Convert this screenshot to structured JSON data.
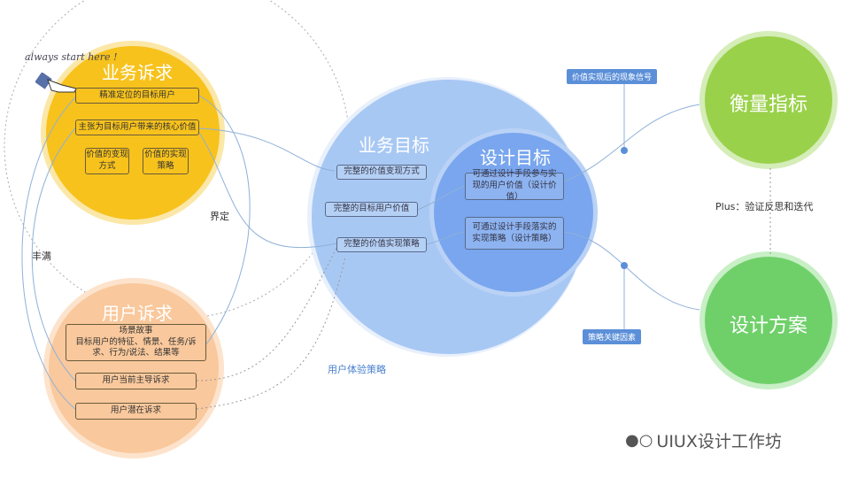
{
  "business_appeal": {
    "title": "业务诉求",
    "hint": "always start here !",
    "box1": "精准定位的目标用户",
    "box2": "主张为目标用户带来的核心价值",
    "box3": "价值的变现方式",
    "box4": "价值的实现策略"
  },
  "user_appeal": {
    "title": "用户诉求",
    "box1_title": "场景故事",
    "box1_body": "目标用户的特征、情景、任务/诉求、行为/说法、结果等",
    "box2": "用户当前主导诉求",
    "box3": "用户潜在诉求"
  },
  "business_goal": {
    "title": "业务目标",
    "box1": "完整的价值变现方式",
    "box2": "完整的目标用户价值",
    "box3": "完整的价值实现策略"
  },
  "design_goal": {
    "title": "设计目标",
    "box1": "可通过设计手段参与实现的用户价值（设计价值）",
    "box2": "可通过设计手段落实的实现策略（设计策略）"
  },
  "metrics": {
    "title": "衡量指标"
  },
  "design_plan": {
    "title": "设计方案"
  },
  "labels": {
    "define": "界定",
    "enrich": "丰满",
    "ux_strategy": "用户体验策略",
    "signal": "价值实现后的现象信号",
    "key_factors": "策略关键因素",
    "plus": "Plus：验证反思和迭代"
  },
  "watermark": "UIUX设计工作坊"
}
